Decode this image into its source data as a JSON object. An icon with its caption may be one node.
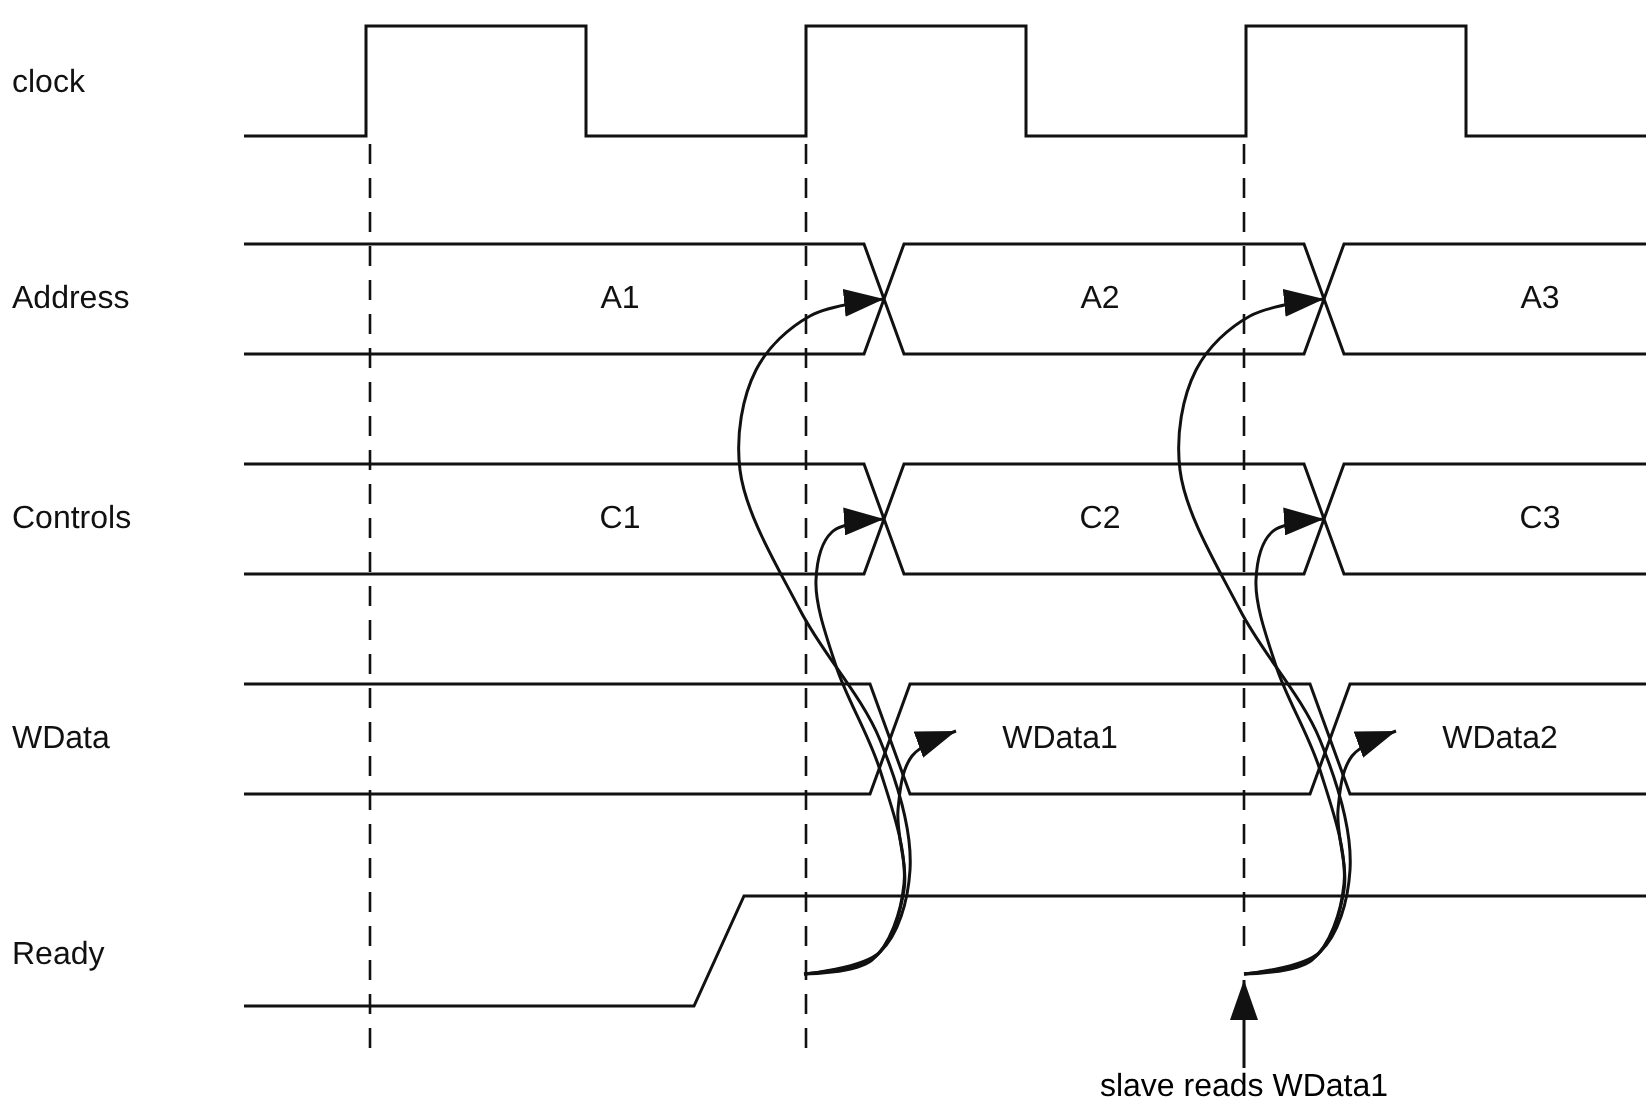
{
  "diagram": {
    "nodes": [
      {
        "text": [
          "A1"
        ]
      },
      {
        "text": [
          "A2"
        ]
      },
      {
        "text": [
          "A3"
        ]
      },
      {
        "text": [
          "C1"
        ]
      },
      {
        "text": [
          "C2"
        ]
      },
      {
        "text": [
          "C3"
        ]
      },
      {
        "text": [],
        "shape": "box"
      },
      {
        "text": [
          "WData1"
        ]
      },
      {
        "text": [
          "WData2"
        ]
      },
      {
        "text": [
          "slave reads WData1"
        ]
      }
    ],
    "edges": [
      {
        "from": null,
        "to": 1,
        "arrow": "to"
      },
      {
        "from": null,
        "to": 4,
        "arrow": "to"
      },
      {
        "from": null,
        "to": 7,
        "arrow": "to"
      },
      {
        "from": null,
        "to": 2,
        "arrow": "to"
      },
      {
        "from": null,
        "to": 5,
        "arrow": "to"
      },
      {
        "from": null,
        "to": 8,
        "arrow": "to"
      },
      {
        "from": 9,
        "to": null,
        "arrow": "to"
      }
    ],
    "labels": [
      "clock",
      "Address",
      "Controls",
      "WData",
      "Ready"
    ]
  }
}
